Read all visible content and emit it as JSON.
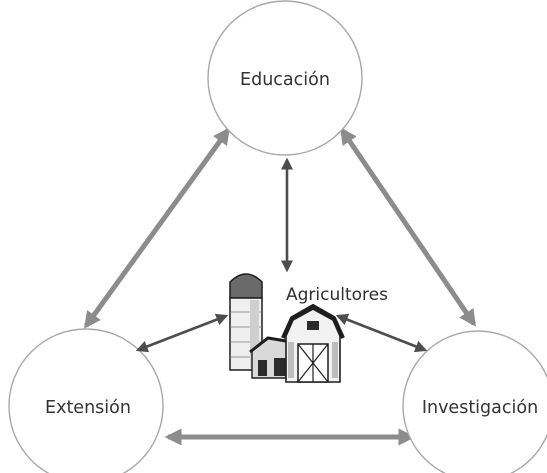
{
  "diagram": {
    "nodes": {
      "top": {
        "label": "Educación"
      },
      "left": {
        "label": "Extensión"
      },
      "right": {
        "label": "Investigación"
      },
      "center": {
        "label": "Agricultores",
        "icon": "farm-icon"
      }
    },
    "colors": {
      "outer_arrow": "#8c8c8c",
      "inner_arrow": "#4d4d4d",
      "circle_stroke": "#a8a8a8",
      "text": "#333333"
    }
  }
}
